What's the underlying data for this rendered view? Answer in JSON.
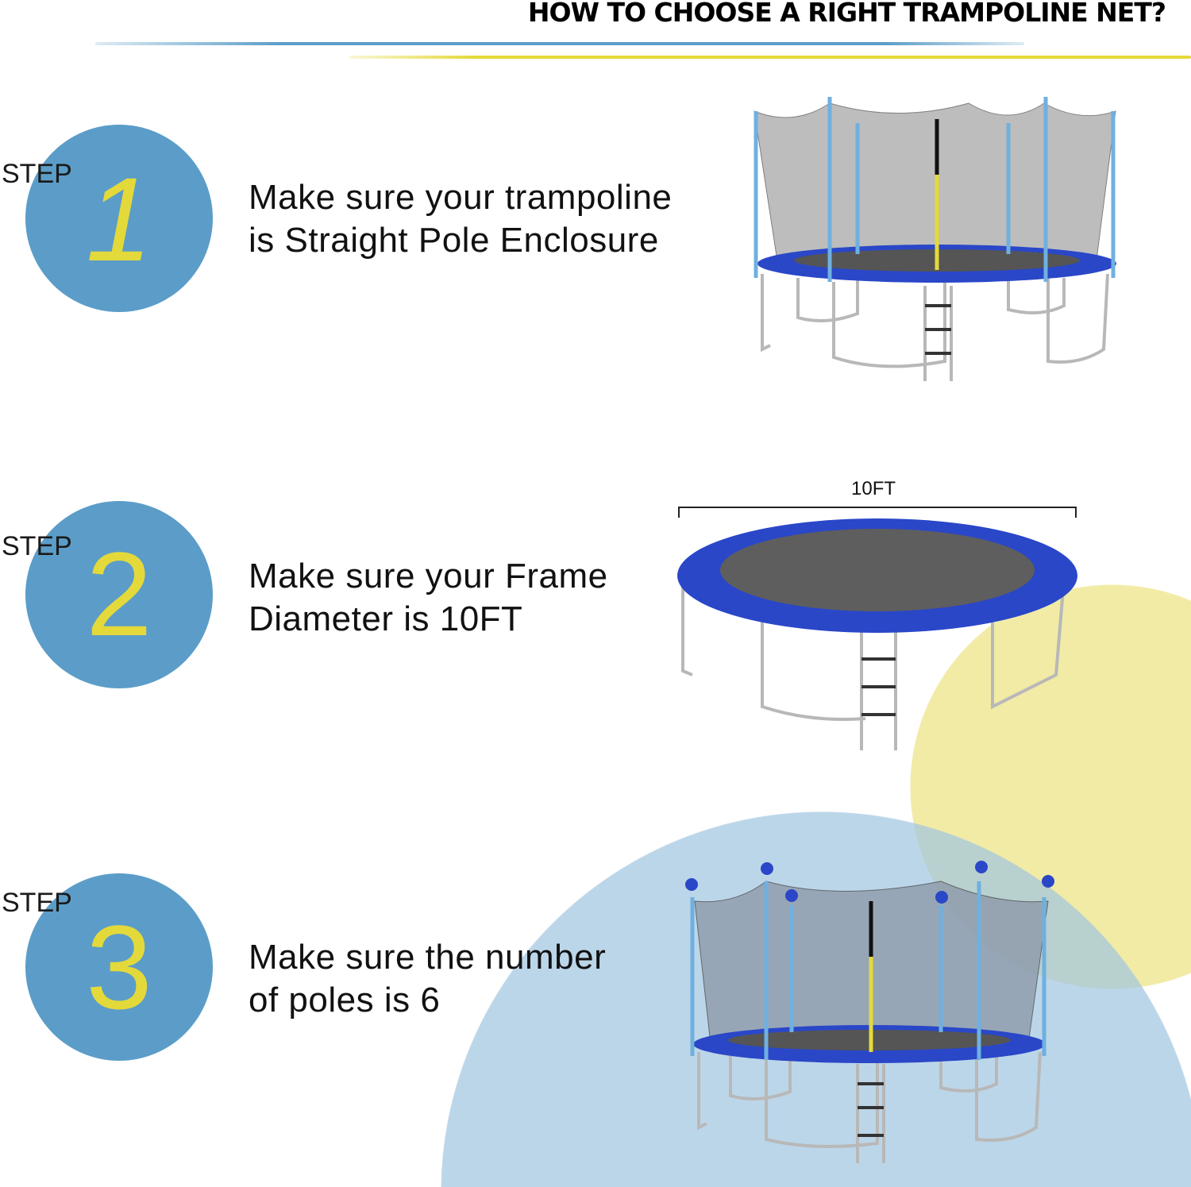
{
  "title": "HOW TO CHOOSE A RIGHT TRAMPOLINE NET?",
  "colors": {
    "accent_blue": "#5b9dc8",
    "accent_yellow": "#e4d93a",
    "pad_blue": "#2a47c8"
  },
  "steps": [
    {
      "label": "STEP",
      "number": "1",
      "line1": "Make sure your trampoline",
      "line2": "is Straight Pole Enclosure"
    },
    {
      "label": "STEP",
      "number": "2",
      "line1": "Make sure your Frame",
      "line2": "Diameter is 10FT"
    },
    {
      "label": "STEP",
      "number": "3",
      "line1": "Make sure the number",
      "line2": "of poles is 6"
    }
  ],
  "dimension_label": "10FT"
}
